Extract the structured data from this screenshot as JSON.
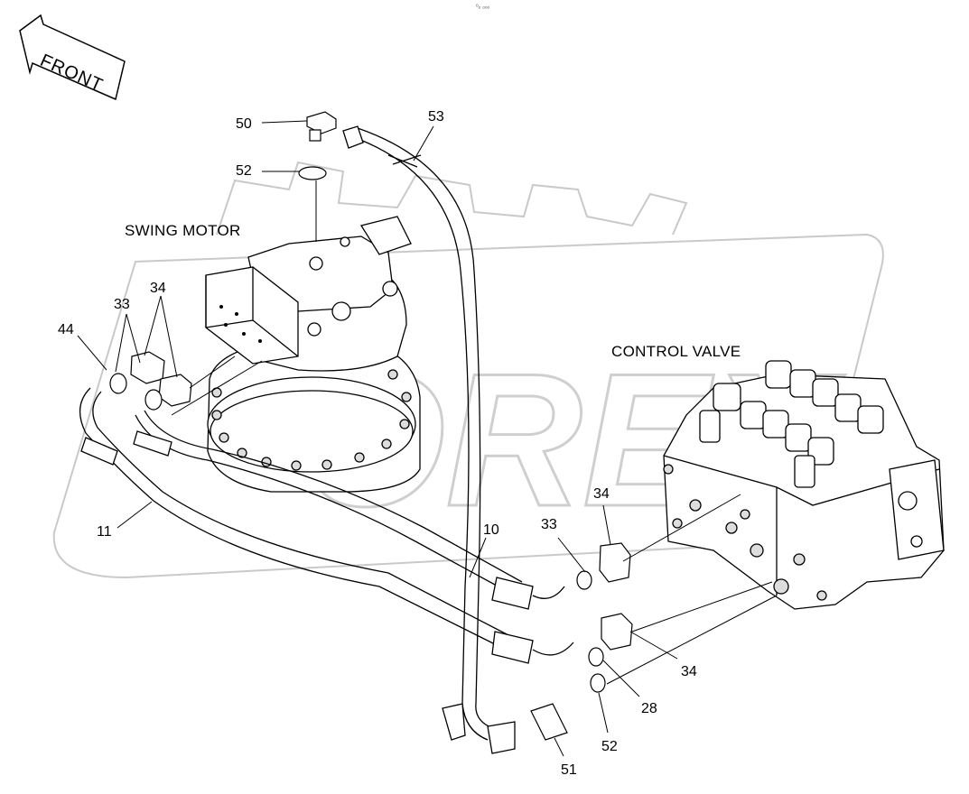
{
  "diagram": {
    "front_label": "FRONT",
    "component_labels": {
      "swing_motor": "SWING MOTOR",
      "control_valve": "CONTROL VALVE"
    },
    "watermark_text": "OREX",
    "corner_mark": "ᵒₒ ₒₒₒ",
    "part_callouts": [
      {
        "id": "c50",
        "number": "50"
      },
      {
        "id": "c52a",
        "number": "52"
      },
      {
        "id": "c53",
        "number": "53"
      },
      {
        "id": "c33a",
        "number": "33"
      },
      {
        "id": "c34a",
        "number": "34"
      },
      {
        "id": "c44",
        "number": "44"
      },
      {
        "id": "c11",
        "number": "11"
      },
      {
        "id": "c10",
        "number": "10"
      },
      {
        "id": "c34b",
        "number": "34"
      },
      {
        "id": "c33b",
        "number": "33"
      },
      {
        "id": "c34c",
        "number": "34"
      },
      {
        "id": "c28",
        "number": "28"
      },
      {
        "id": "c52b",
        "number": "52"
      },
      {
        "id": "c51",
        "number": "51"
      }
    ]
  }
}
